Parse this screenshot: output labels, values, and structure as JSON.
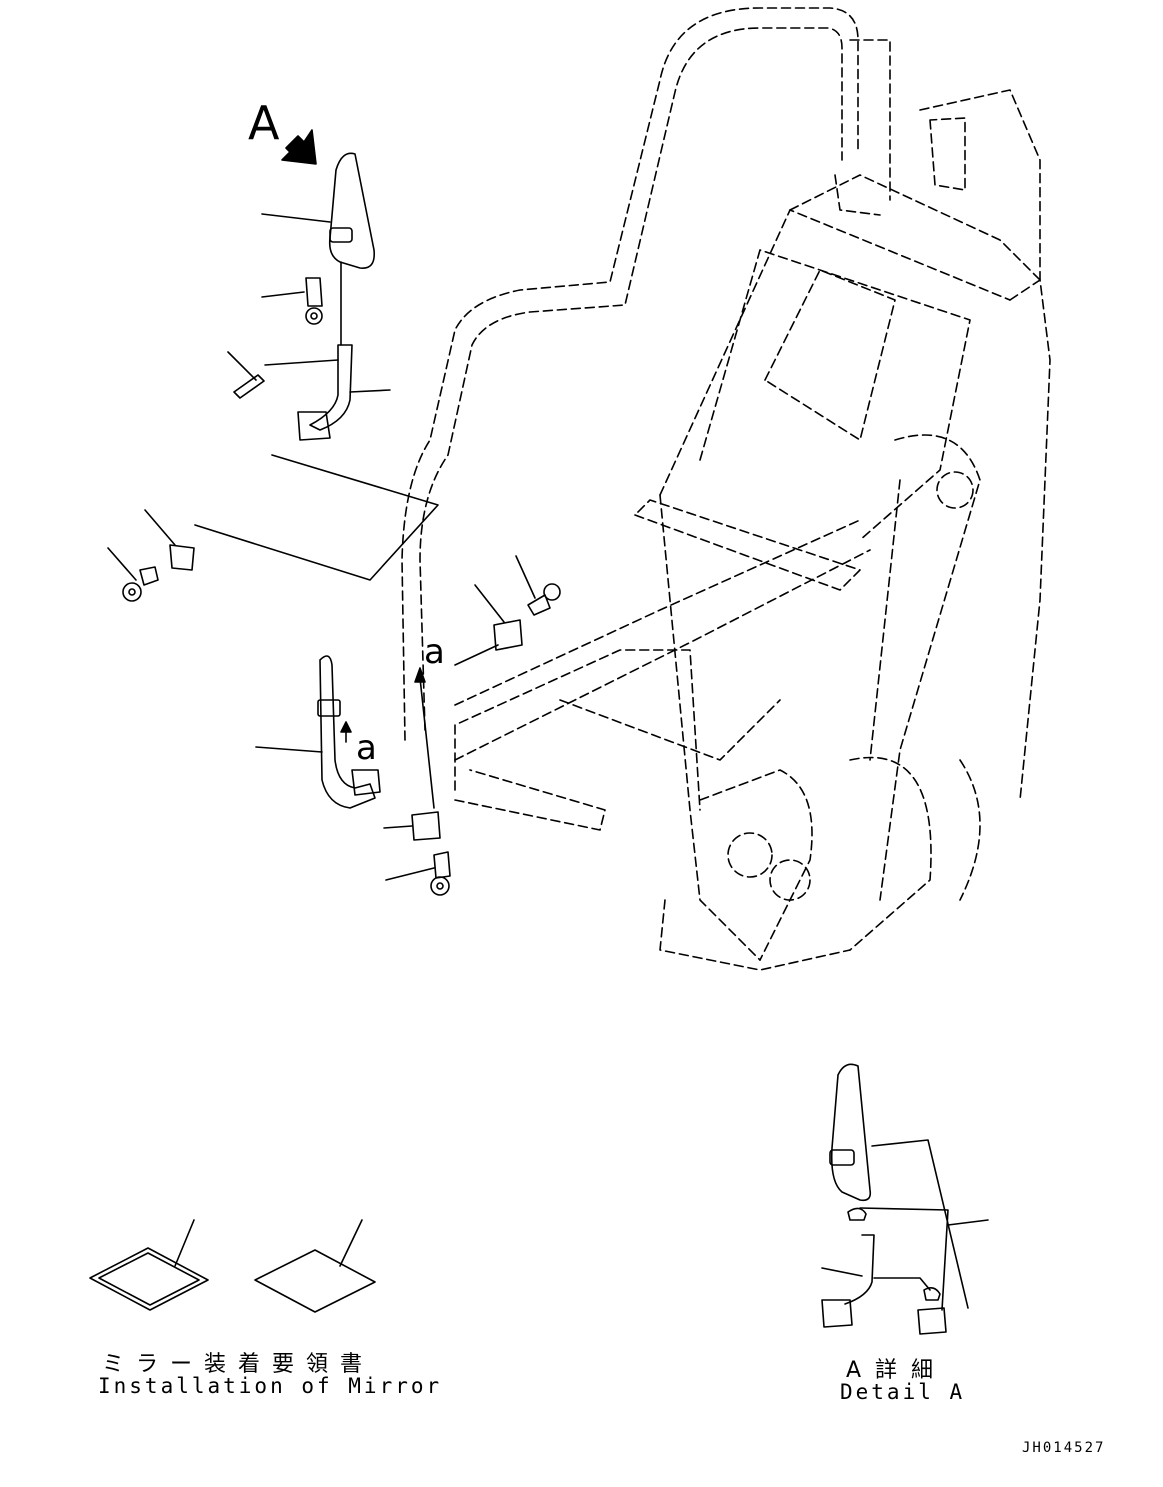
{
  "labels": {
    "view_a": "A",
    "ref_a_upper": "a",
    "ref_a_lower": "a"
  },
  "manual": {
    "title_jp": "ミラー装着要領書",
    "title_en": "Installation of Mirror"
  },
  "detail": {
    "title_jp": "A詳細",
    "title_en": "Detail A"
  },
  "drawing_number": "JH014527"
}
